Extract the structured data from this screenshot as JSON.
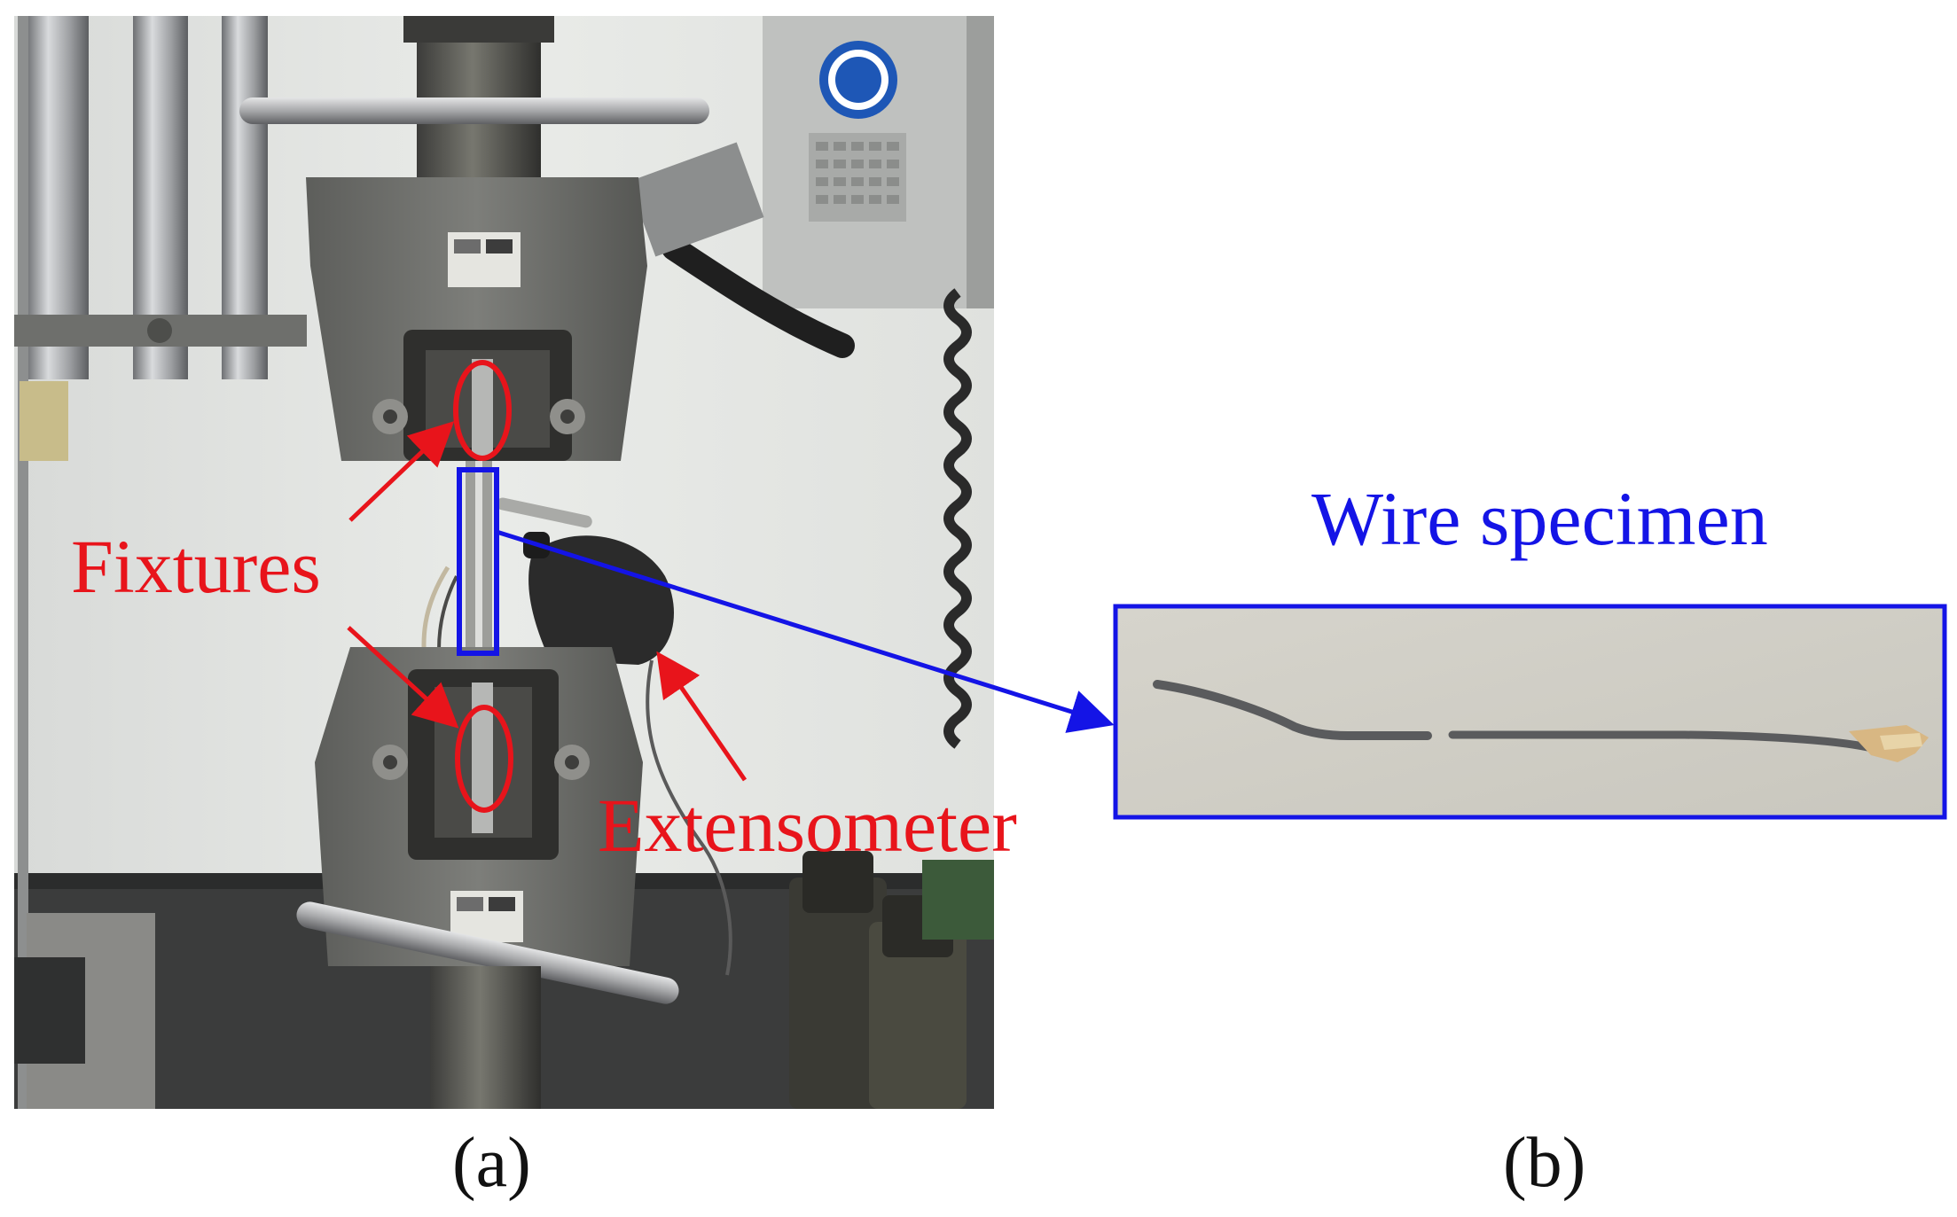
{
  "annotations": {
    "fixtures": "Fixtures",
    "extensometer": "Extensometer",
    "wire_specimen": "Wire specimen"
  },
  "panels": {
    "a": "(a)",
    "b": "(b)"
  },
  "colors": {
    "annotation_red": "#e8141b",
    "annotation_blue": "#1414e6",
    "background_wall": "#e4e6e3",
    "machine_gray": "#6f706d",
    "specimen_board": "#d7d5cc",
    "wire": "#5a5b5d"
  }
}
